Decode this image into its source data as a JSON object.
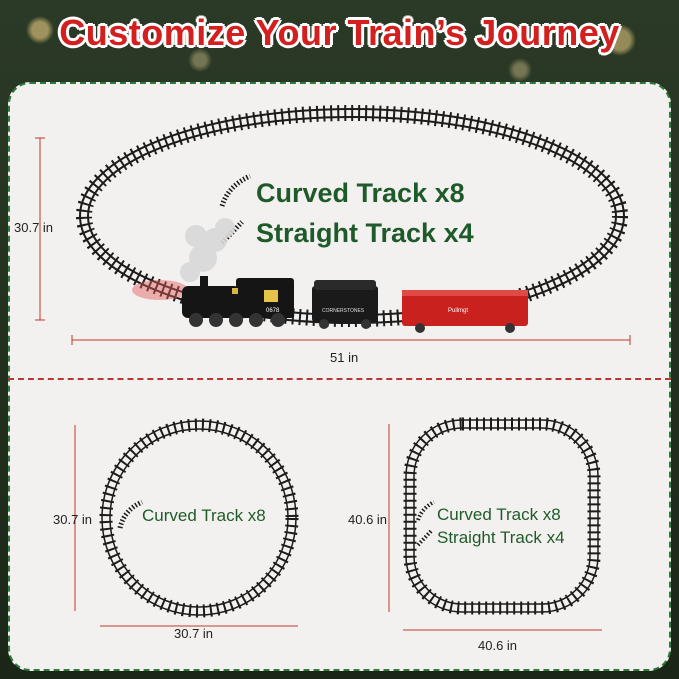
{
  "title": "Customize Your Train’s Journey",
  "top_layout": {
    "height_label": "30.7 in",
    "width_label": "51 in",
    "curved_label": "Curved Track x8",
    "straight_label": "Straight Track x4",
    "locomotive_number": "0678",
    "tender_text": "CORNERSTONES",
    "boxcar_text": "Pullmgt"
  },
  "circle_layout": {
    "height_label": "30.7 in",
    "width_label": "30.7 in",
    "curved_label": "Curved Track x8"
  },
  "rounded_square_layout": {
    "height_label": "40.6 in",
    "width_label": "40.6 in",
    "curved_label": "Curved Track x8",
    "straight_label": "Straight Track x4"
  },
  "colors": {
    "title_red": "#d3201f",
    "label_green": "#1f5b2a",
    "dimension_red": "#c0392b",
    "track": "#1c1c1c",
    "boxcar": "#c8211e"
  }
}
